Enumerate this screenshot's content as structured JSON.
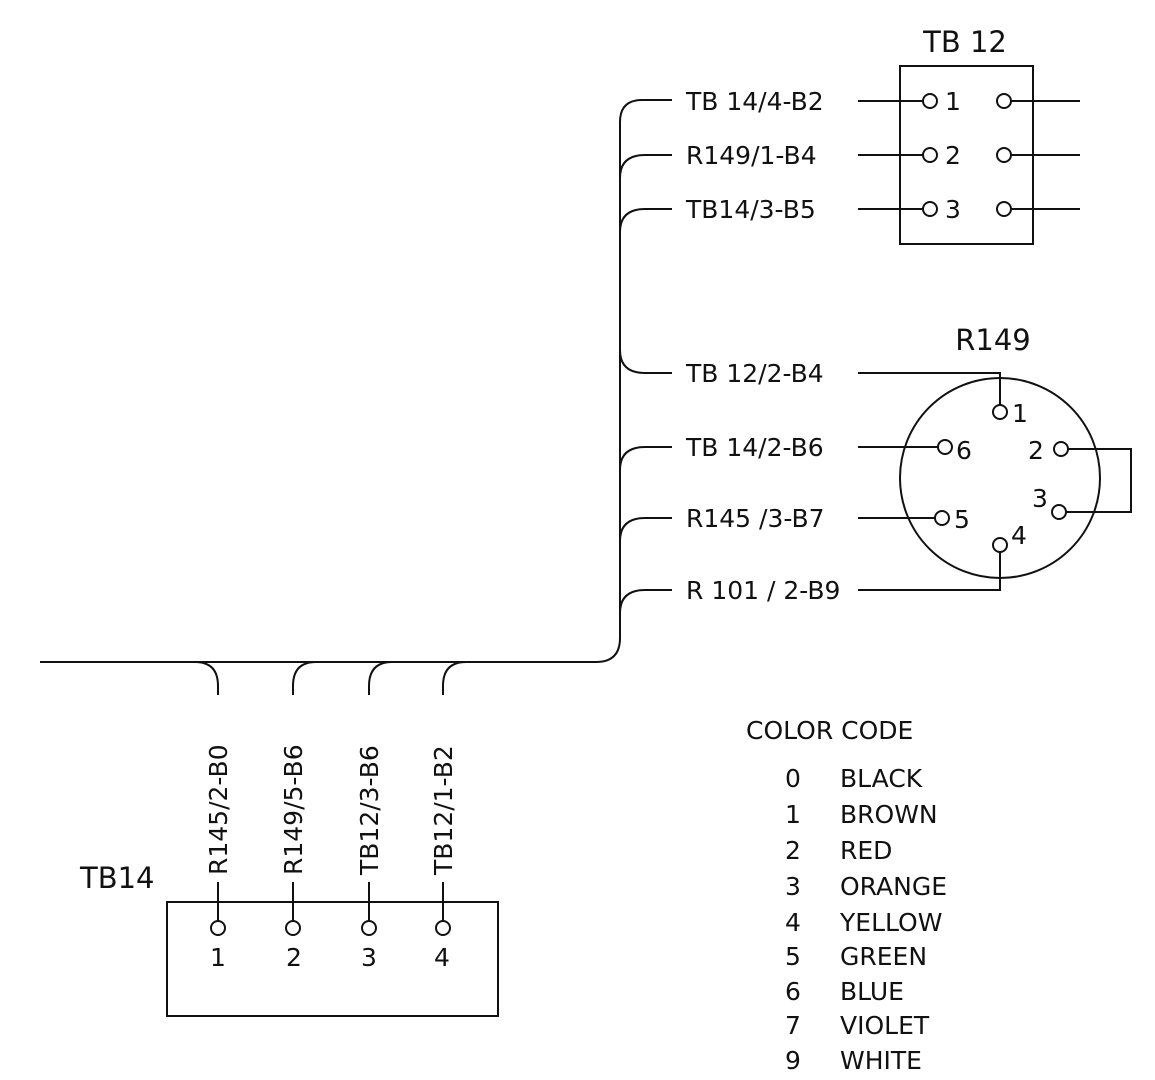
{
  "tb12": {
    "title": "TB 12",
    "terminals": [
      "1",
      "2",
      "3"
    ],
    "wires": [
      "TB 14/4-B2",
      "R149/1-B4",
      "TB14/3-B5"
    ]
  },
  "r149": {
    "title": "R149",
    "pins": [
      "1",
      "2",
      "3",
      "4",
      "5",
      "6"
    ],
    "wires": [
      "TB 12/2-B4",
      "TB 14/2-B6",
      "R145 /3-B7",
      "R 101 / 2-B9"
    ]
  },
  "tb14": {
    "title": "TB14",
    "terminals": [
      "1",
      "2",
      "3",
      "4"
    ],
    "wires": [
      "R145/2-B0",
      "R149/5-B6",
      "TB12/3-B6",
      "TB12/1-B2"
    ]
  },
  "color_code": {
    "title": "COLOR CODE",
    "entries": [
      {
        "num": "0",
        "color": "BLACK"
      },
      {
        "num": "1",
        "color": "BROWN"
      },
      {
        "num": "2",
        "color": "RED"
      },
      {
        "num": "3",
        "color": "ORANGE"
      },
      {
        "num": "4",
        "color": "YELLOW"
      },
      {
        "num": "5",
        "color": "GREEN"
      },
      {
        "num": "6",
        "color": "BLUE"
      },
      {
        "num": "7",
        "color": "VIOLET"
      },
      {
        "num": "9",
        "color": "WHITE"
      }
    ]
  }
}
